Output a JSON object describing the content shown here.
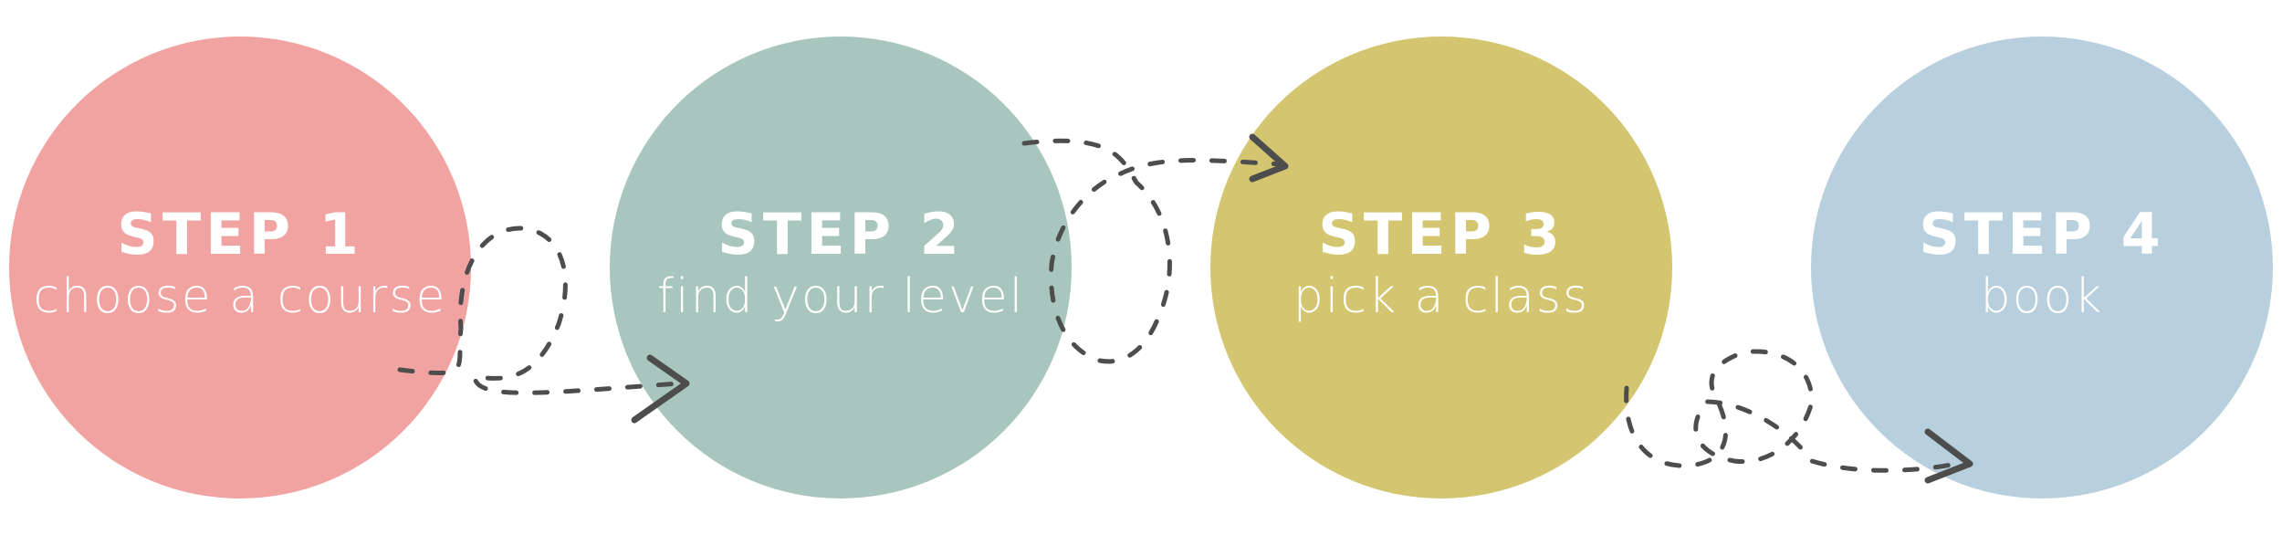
{
  "steps": [
    {
      "title": "STEP 1",
      "subtitle": "choose a course",
      "color": "#f0a3a0"
    },
    {
      "title": "STEP 2",
      "subtitle": "find your level",
      "color": "#a8c6bd"
    },
    {
      "title": "STEP 3",
      "subtitle": "pick a class",
      "color": "#d4c571"
    },
    {
      "title": "STEP 4",
      "subtitle": "book",
      "color": "#b8cfdd"
    }
  ],
  "arrow_color": "#4d4d4d"
}
